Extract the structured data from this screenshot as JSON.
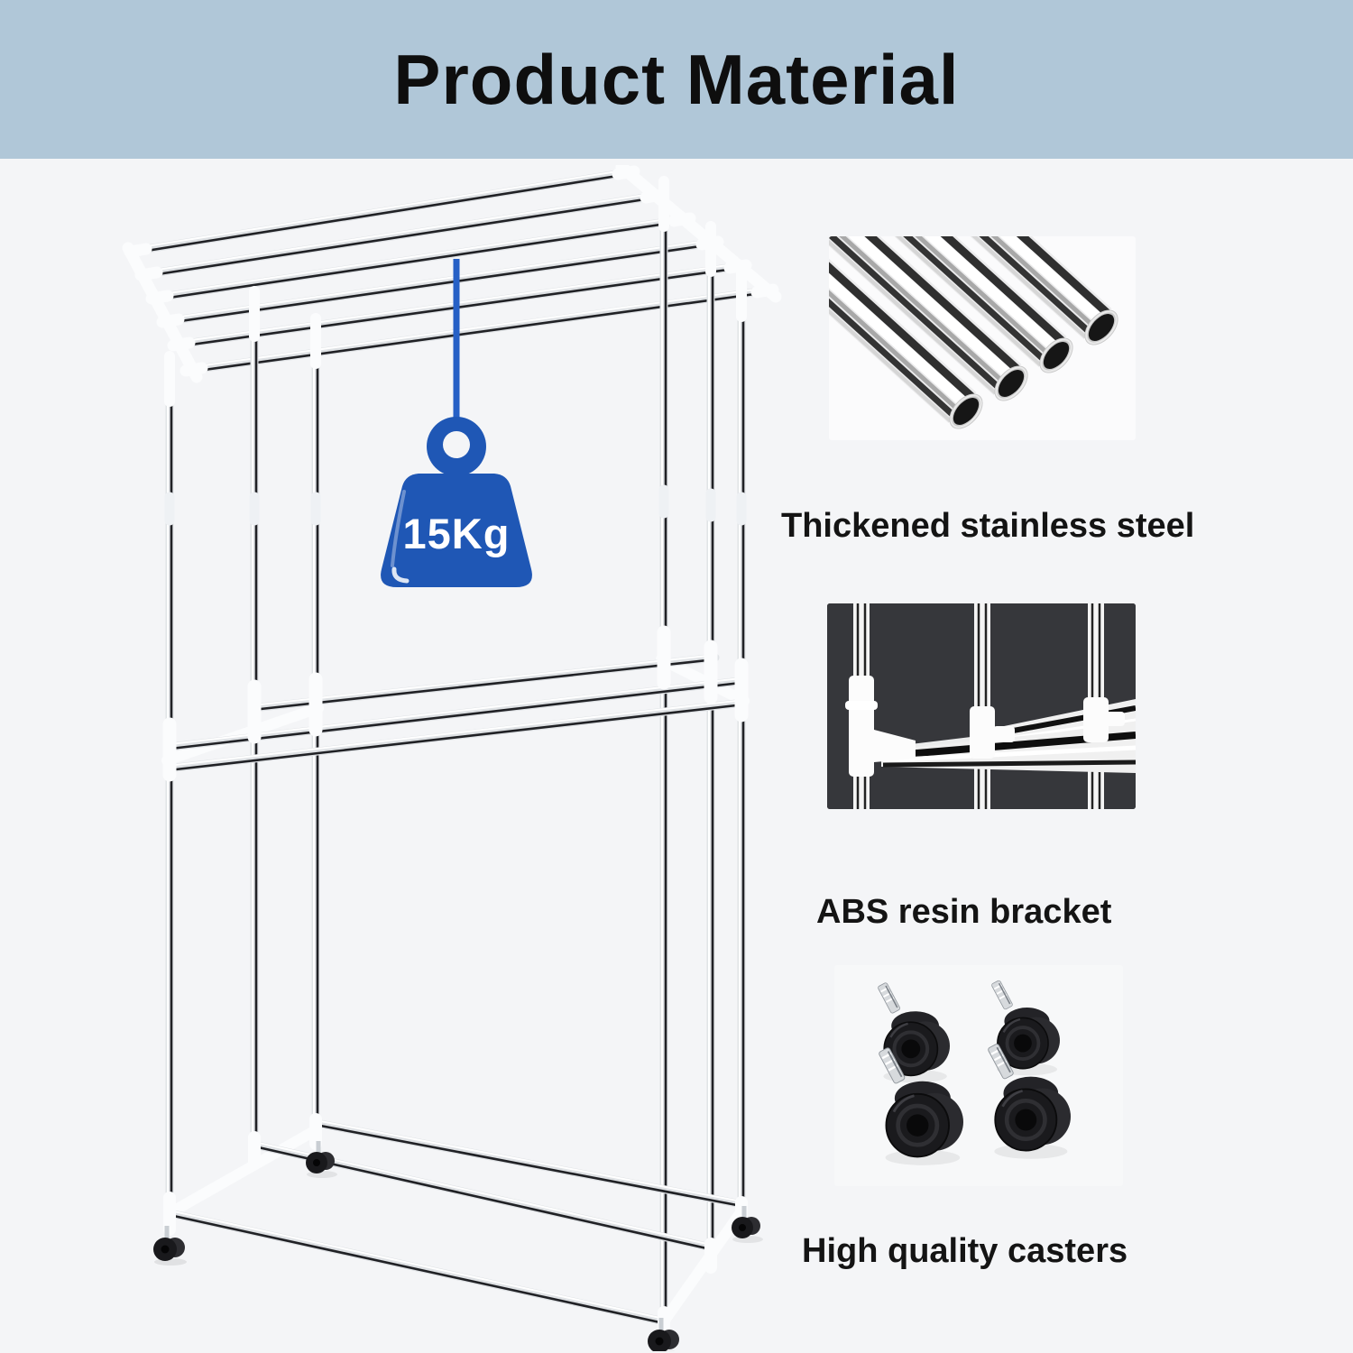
{
  "header": {
    "title": "Product Material",
    "background_color": "#b0c7d8",
    "text_color": "#0e0e0e"
  },
  "product": {
    "name": "rolling double-pole stainless steel clothes drying rack",
    "weight_capacity": "15Kg",
    "accent_color": "#1f57b5"
  },
  "features": [
    {
      "caption": "Thickened stainless steel",
      "photo": "stainless-steel-tubes"
    },
    {
      "caption": "ABS resin bracket",
      "photo": "abs-resin-brackets-on-dark-background"
    },
    {
      "caption": "High quality casters",
      "photo": "four-black-casters"
    }
  ]
}
